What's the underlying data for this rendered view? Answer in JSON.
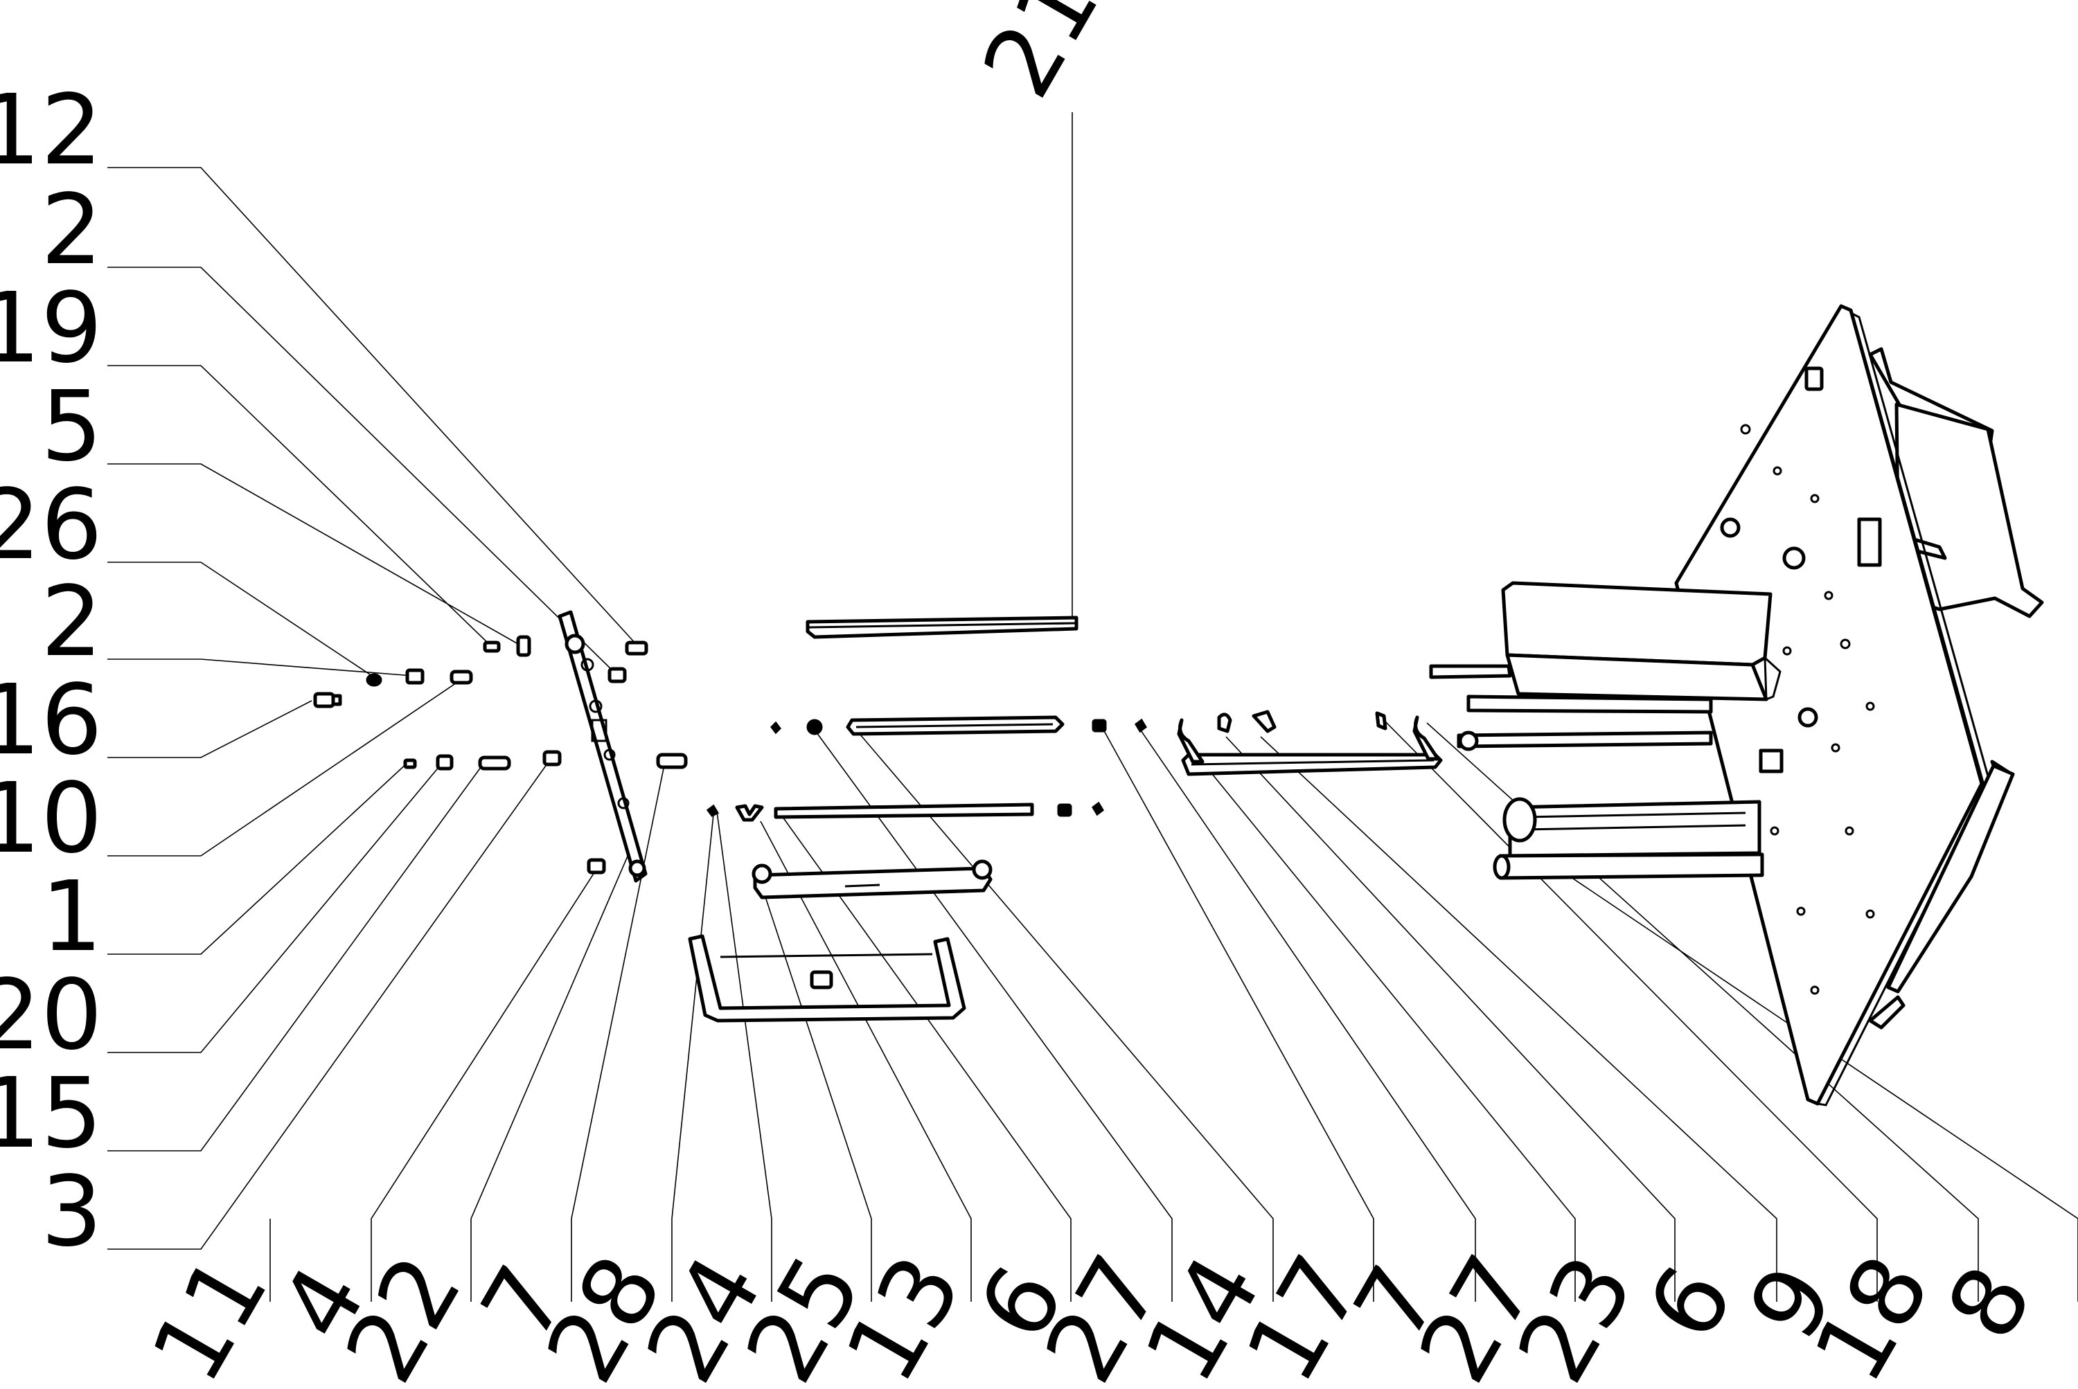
{
  "diagram": {
    "type": "exploded-parts-diagram",
    "callouts_left": [
      "12",
      "2",
      "19",
      "5",
      "26",
      "2",
      "16",
      "10",
      "1",
      "20",
      "15",
      "3"
    ],
    "callouts_bottom": [
      "11",
      "4",
      "22",
      "7",
      "28",
      "24",
      "25",
      "13",
      "6",
      "27",
      "14",
      "17",
      "7",
      "27",
      "23",
      "6",
      "9",
      "18",
      "8"
    ],
    "callout_top": "21"
  }
}
